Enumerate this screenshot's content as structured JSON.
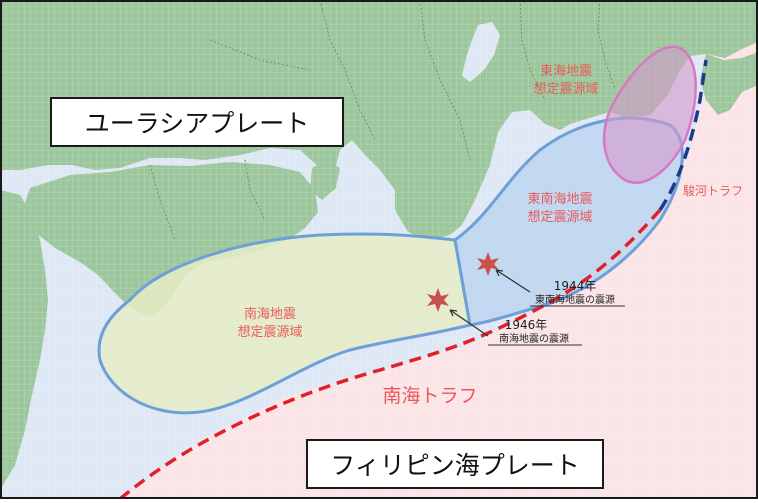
{
  "colors": {
    "land": "#9cc69c",
    "land_shadow": "#7fae82",
    "sea": "#dde8f4",
    "philippine_sea": "#fbe4e6",
    "nankai_zone_fill": "#e6ecc6",
    "tonankai_zone_fill": "#b8d3ef",
    "tokai_zone_fill": "#d59acb",
    "zone_outline": "#6da0d8",
    "trough_red": "#e0202a",
    "trough_blue": "#1a3a8c",
    "label_red": "#e85a5a",
    "star": "#c9524e"
  },
  "plates": {
    "eurasia": "ユーラシアプレート",
    "philippine": "フィリピン海プレート"
  },
  "zones": {
    "nankai": [
      "南海地震",
      "想定震源域"
    ],
    "tonankai": [
      "東南海地震",
      "想定震源域"
    ],
    "tokai": [
      "東海地震",
      "想定震源域"
    ]
  },
  "troughs": {
    "nankai": "南海トラフ",
    "suruga": "駿河トラフ"
  },
  "epicenters": [
    {
      "year": "1944年",
      "caption": "東南海地震の震源",
      "icon": "star-icon"
    },
    {
      "year": "1946年",
      "caption": "南海地震の震源",
      "icon": "star-icon"
    }
  ]
}
